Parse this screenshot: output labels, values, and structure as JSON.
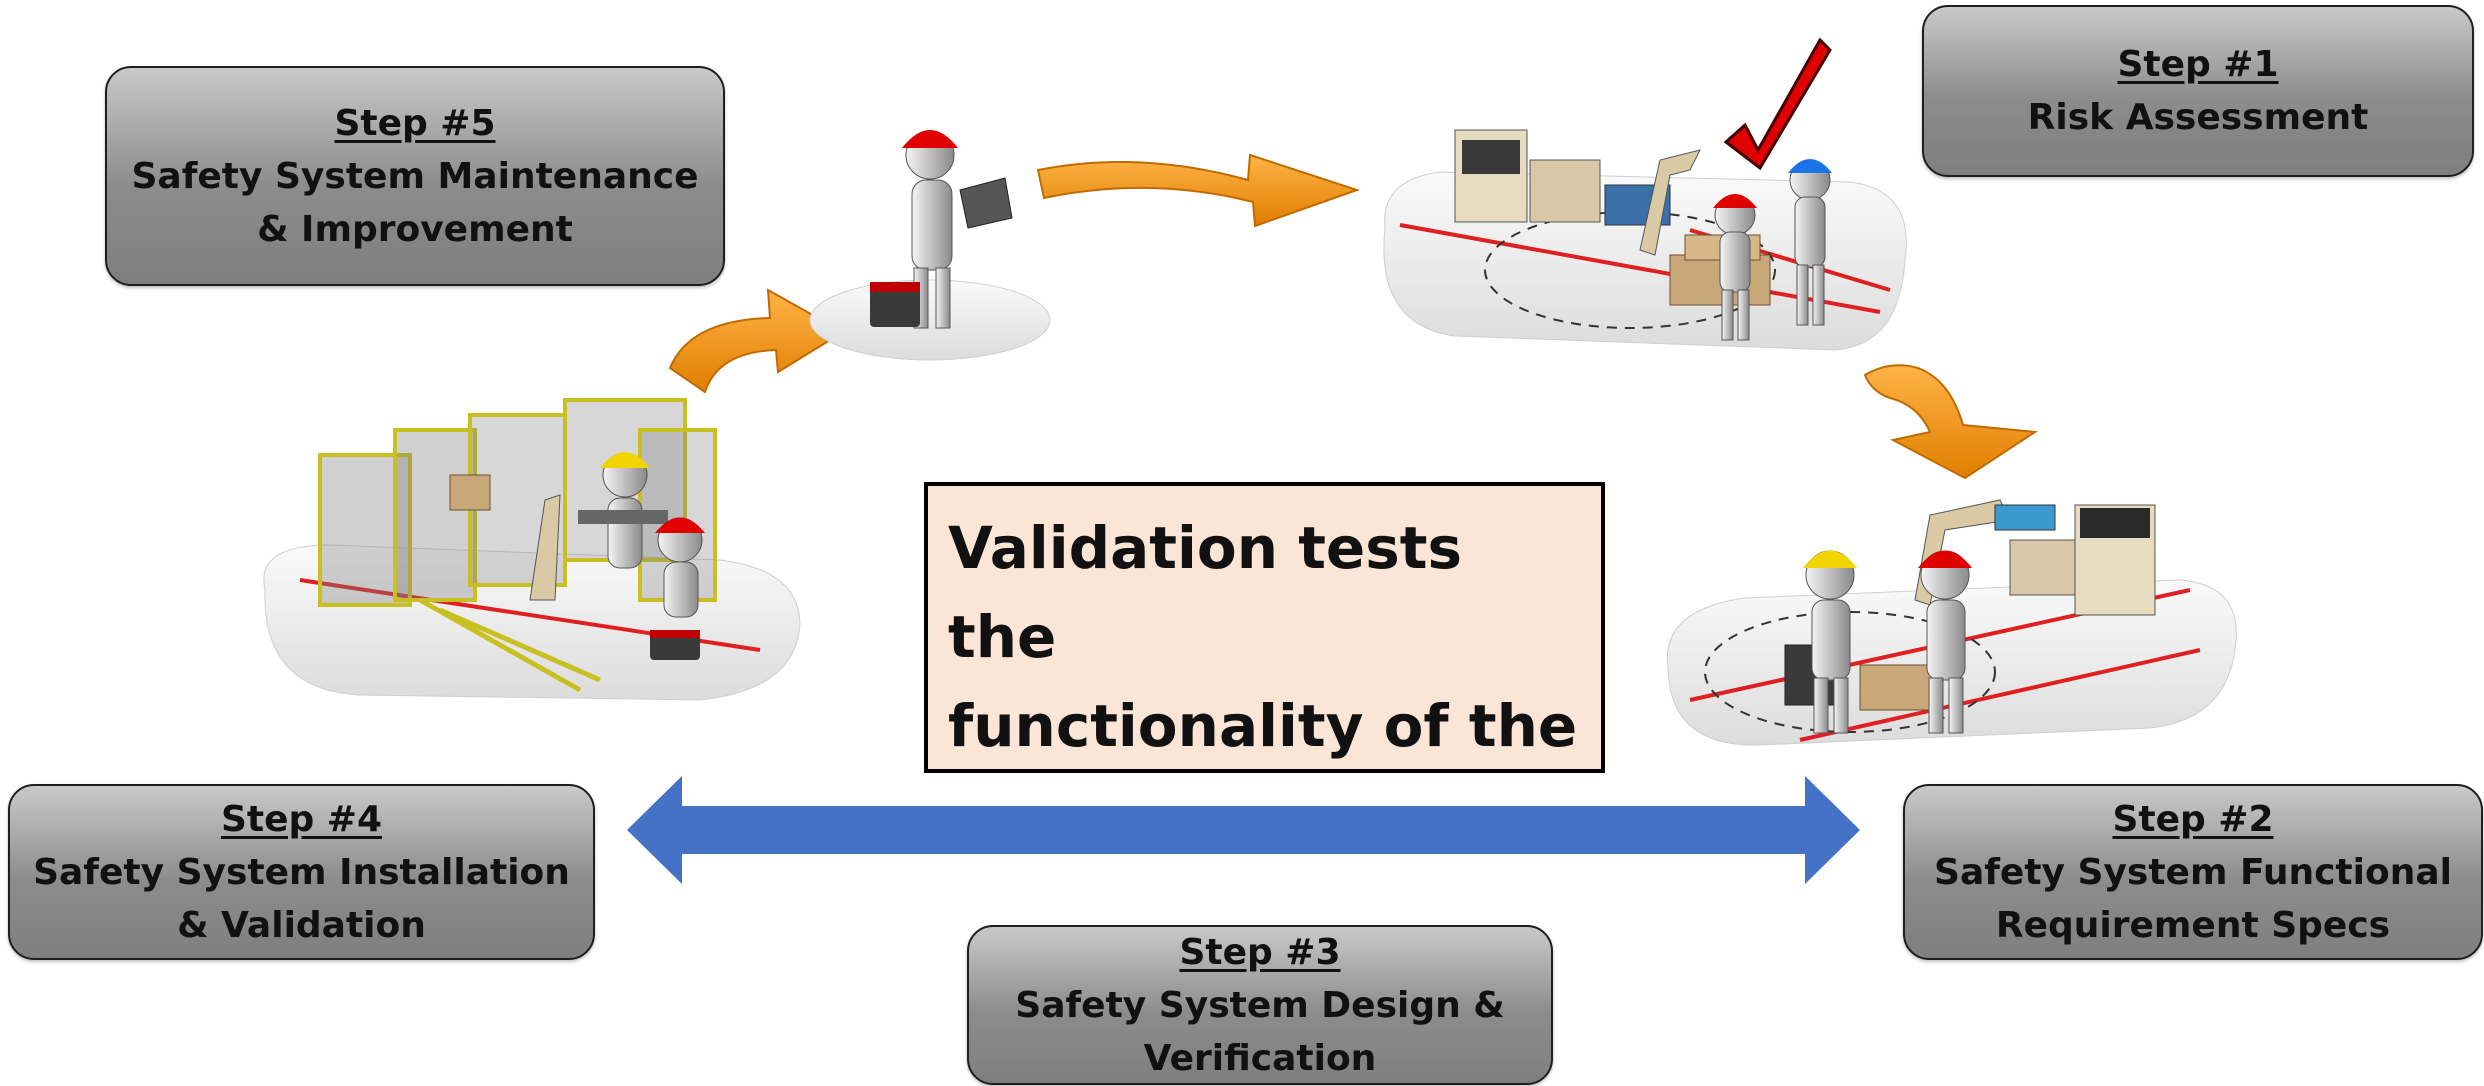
{
  "steps": {
    "step1": {
      "title": "Step #1",
      "description": "Risk Assessment"
    },
    "step2": {
      "title": "Step #2",
      "description": "Safety System Functional\nRequirement Specs"
    },
    "step3": {
      "title": "Step #3",
      "description": "Safety System Design &\nVerification"
    },
    "step4": {
      "title": "Step #4",
      "description": "Safety System Installation\n& Validation"
    },
    "step5": {
      "title": "Step #5",
      "description": "Safety System Maintenance\n& Improvement"
    }
  },
  "callout": {
    "text": "Validation tests the\nfunctionality of the\nSFRS"
  },
  "colors": {
    "step_box_fill": "#8c8c8c",
    "callout_fill": "#fbe5d6",
    "double_arrow": "#4472c4",
    "cycle_arrows": "#f29400",
    "hard_hat_red": "#e00000",
    "hard_hat_yellow": "#f2d500",
    "hard_hat_blue": "#1a73e8",
    "floor_line": "#e02020"
  },
  "icons": {
    "cycle_arrows": "orange-curved-arrow-icon",
    "double_arrow": "blue-double-arrow-icon",
    "checkmark": "red-checkmark-icon",
    "workers": "worker-figure-icon",
    "workcells": "robot-workcell-illustration"
  }
}
